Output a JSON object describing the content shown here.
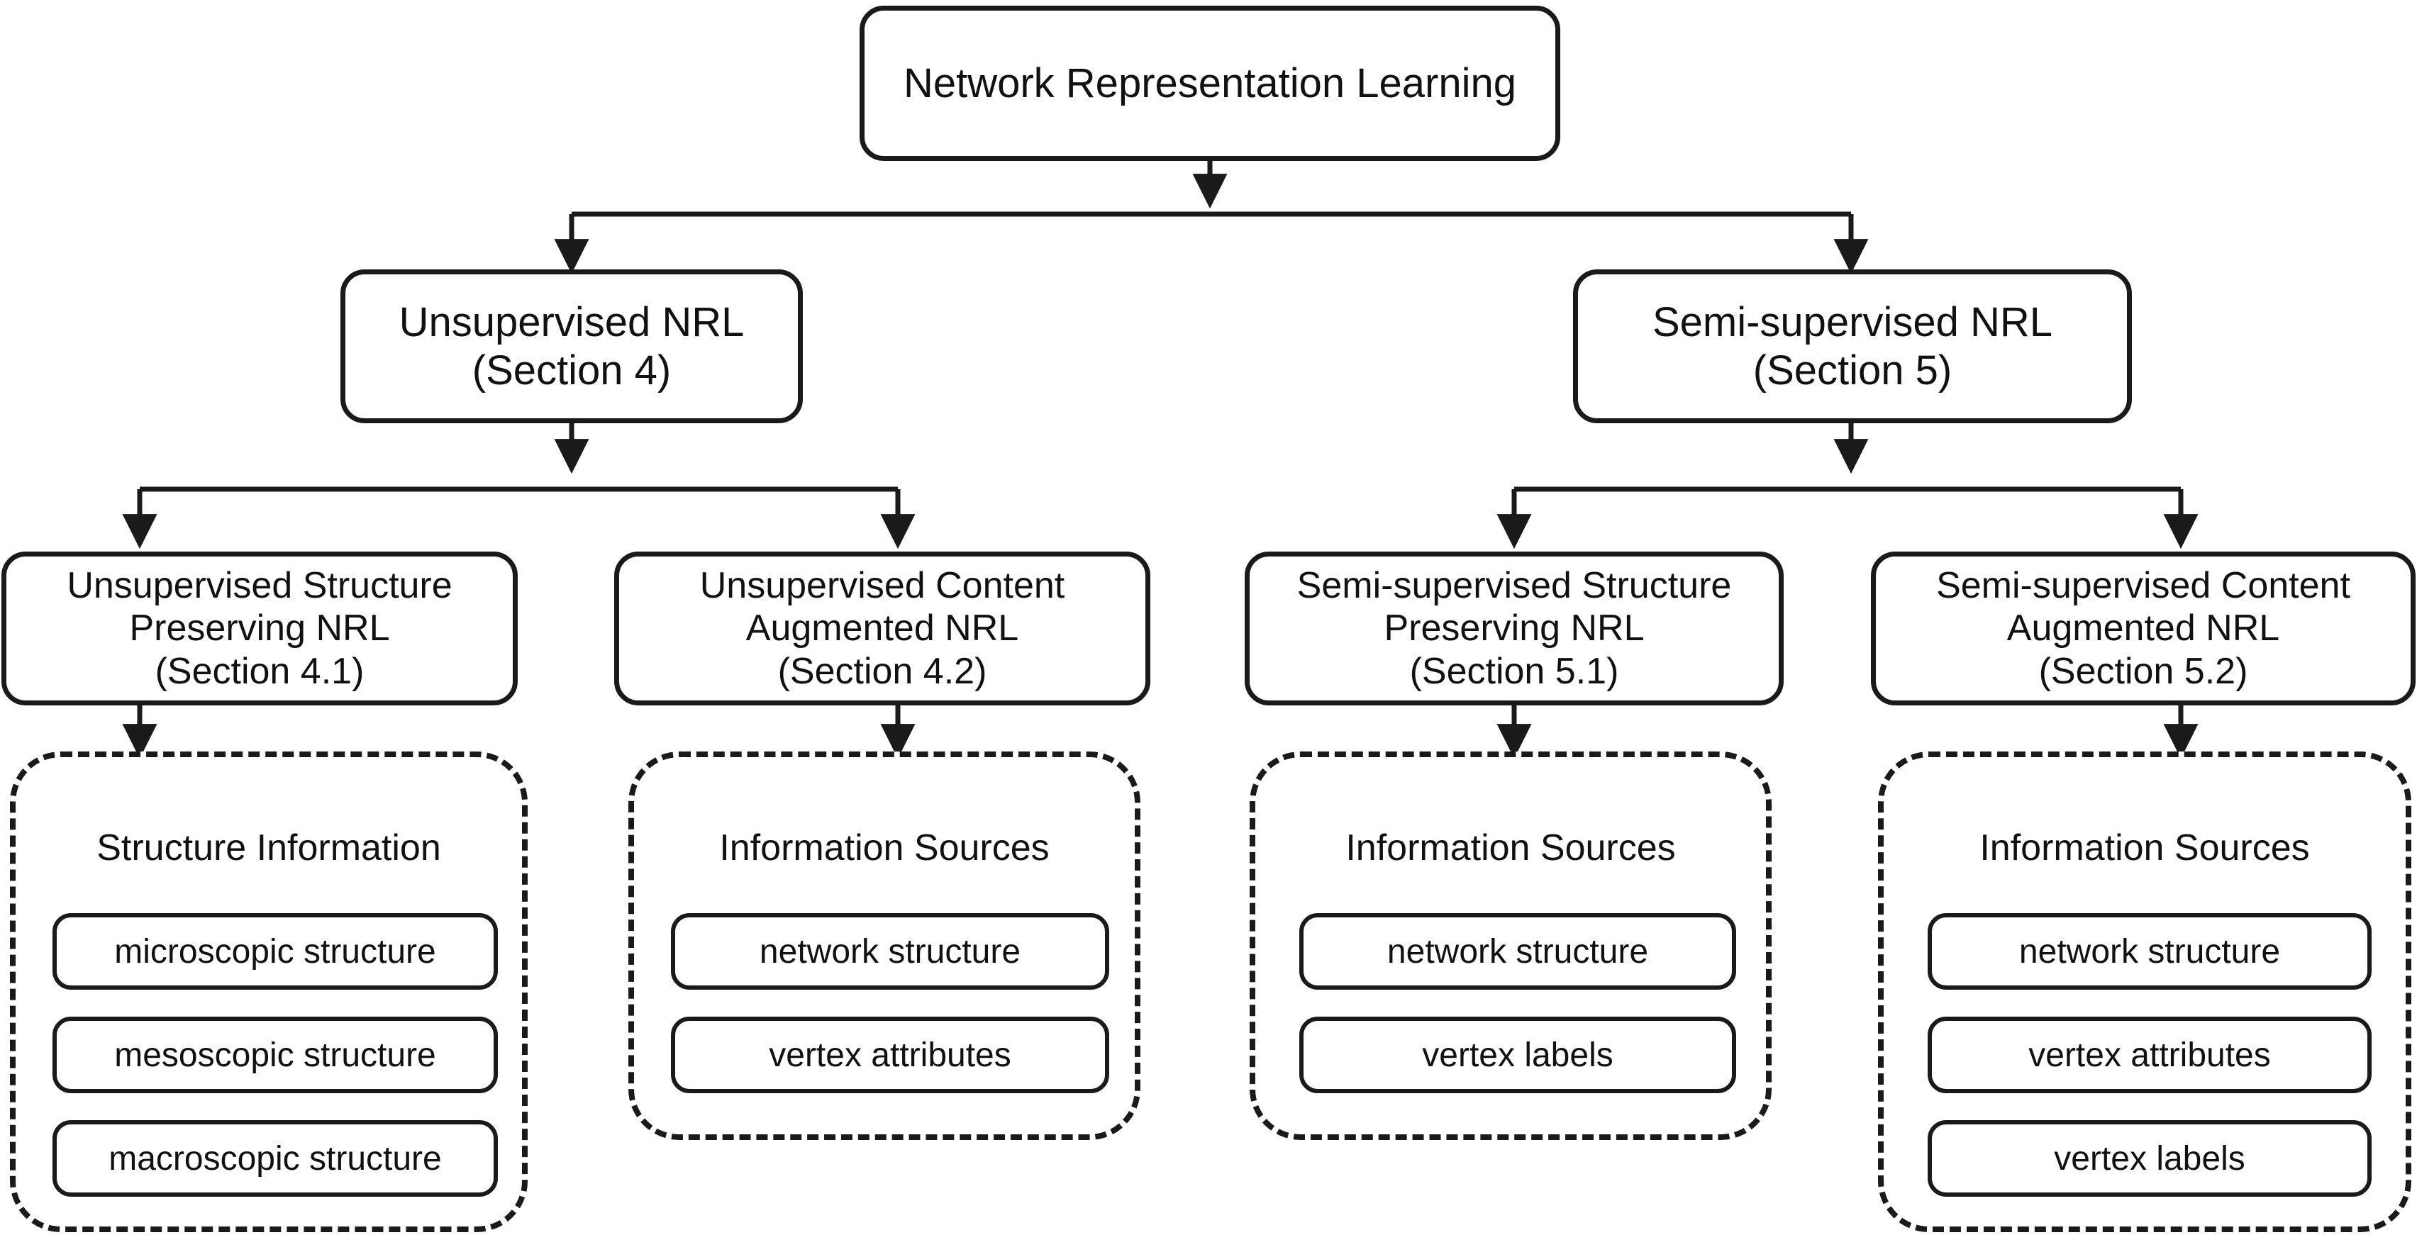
{
  "diagram": {
    "title": "Network Representation Learning taxonomy",
    "colors": {
      "background": "#ffffff",
      "stroke": "#1a1a1a",
      "text": "#111111"
    },
    "root": {
      "label": "Network Representation Learning"
    },
    "level2": [
      {
        "label": "Unsupervised NRL\n(Section 4)"
      },
      {
        "label": "Semi-supervised NRL\n(Section 5)"
      }
    ],
    "level3": [
      {
        "label": "Unsupervised Structure\nPreserving NRL\n(Section 4.1)"
      },
      {
        "label": "Unsupervised Content\nAugmented NRL\n(Section 4.2)"
      },
      {
        "label": "Semi-supervised Structure\nPreserving NRL\n(Section 5.1)"
      },
      {
        "label": "Semi-supervised Content\nAugmented NRL\n(Section 5.2)"
      }
    ],
    "groups": [
      {
        "title": "Structure Information",
        "items": [
          "microscopic structure",
          "mesoscopic structure",
          "macroscopic structure"
        ]
      },
      {
        "title": "Information Sources",
        "items": [
          "network structure",
          "vertex attributes"
        ]
      },
      {
        "title": "Information Sources",
        "items": [
          "network structure",
          "vertex labels"
        ]
      },
      {
        "title": "Information Sources",
        "items": [
          "network structure",
          "vertex attributes",
          "vertex labels"
        ]
      }
    ]
  }
}
